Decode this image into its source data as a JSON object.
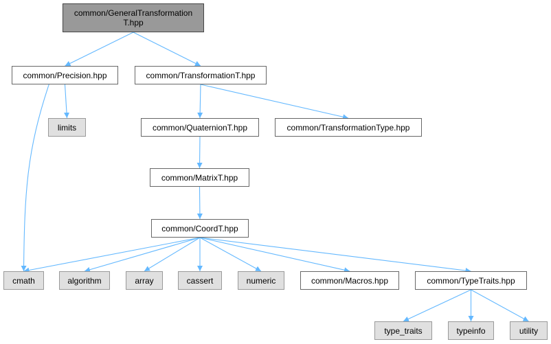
{
  "diagram": {
    "edge_color": "#63b8ff",
    "nodes": {
      "root": "common/GeneralTransformation\nT.hpp",
      "precision": "common/Precision.hpp",
      "transformation": "common/TransformationT.hpp",
      "limits": "limits",
      "quaternion": "common/QuaternionT.hpp",
      "transformation_type": "common/TransformationType.hpp",
      "matrix": "common/MatrixT.hpp",
      "coord": "common/CoordT.hpp",
      "cmath": "cmath",
      "algorithm": "algorithm",
      "array": "array",
      "cassert": "cassert",
      "numeric": "numeric",
      "macros": "common/Macros.hpp",
      "type_traits_hpp": "common/TypeTraits.hpp",
      "type_traits": "type_traits",
      "typeinfo": "typeinfo",
      "utility": "utility"
    },
    "edges": [
      [
        "root",
        "precision"
      ],
      [
        "root",
        "transformation"
      ],
      [
        "precision",
        "limits"
      ],
      [
        "precision",
        "cmath"
      ],
      [
        "transformation",
        "quaternion"
      ],
      [
        "transformation",
        "transformation_type"
      ],
      [
        "quaternion",
        "matrix"
      ],
      [
        "matrix",
        "coord"
      ],
      [
        "coord",
        "cmath"
      ],
      [
        "coord",
        "algorithm"
      ],
      [
        "coord",
        "array"
      ],
      [
        "coord",
        "cassert"
      ],
      [
        "coord",
        "numeric"
      ],
      [
        "coord",
        "macros"
      ],
      [
        "coord",
        "type_traits_hpp"
      ],
      [
        "type_traits_hpp",
        "type_traits"
      ],
      [
        "type_traits_hpp",
        "typeinfo"
      ],
      [
        "type_traits_hpp",
        "utility"
      ]
    ]
  }
}
